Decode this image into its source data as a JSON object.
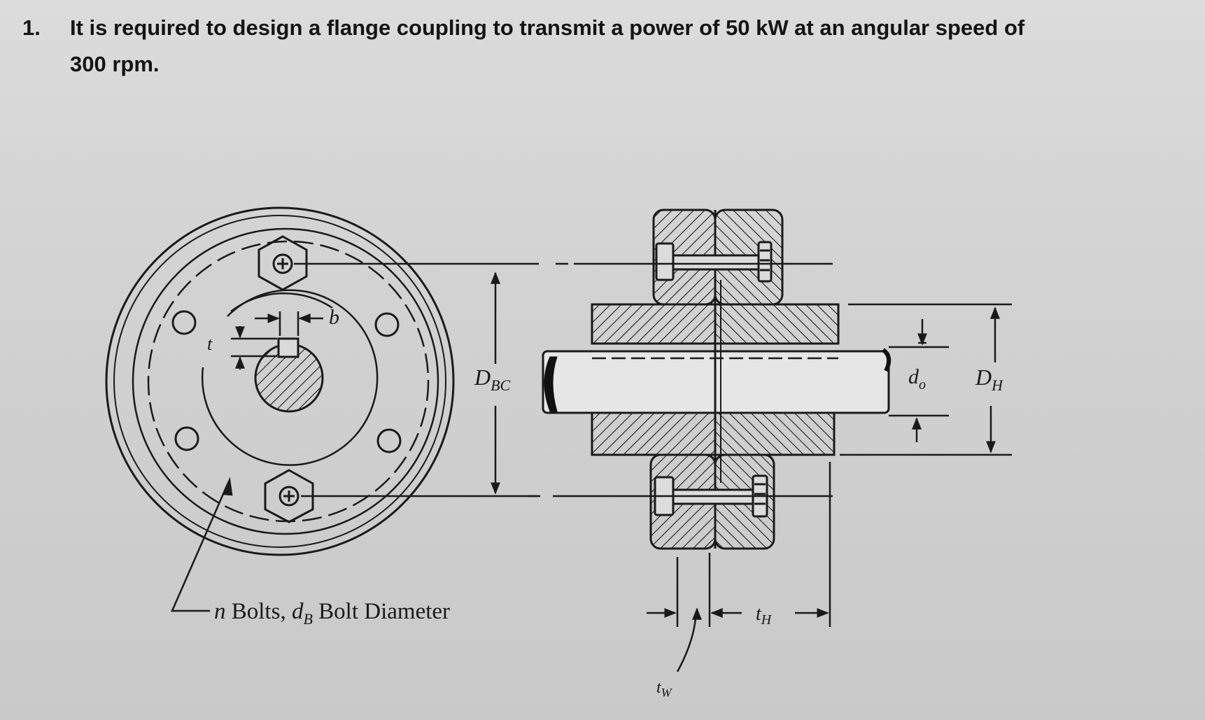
{
  "problem": {
    "number": "1.",
    "text_line1": "It is required to design a flange coupling to transmit a power of 50 kW at an angular speed of",
    "text_line2": "300 rpm."
  },
  "figure": {
    "labels": {
      "key_width": "b",
      "key_height": "t",
      "bolt_circle_prefix": "D",
      "bolt_circle_sub": "BC",
      "shaft_diameter_prefix": "d",
      "shaft_diameter_sub": "o",
      "hub_diameter_prefix": "D",
      "hub_diameter_sub": "H",
      "hub_length_prefix": "t",
      "hub_length_sub": "H",
      "web_thickness_prefix": "t",
      "web_thickness_sub": "W",
      "bolts_n": "n",
      "bolts_text": " Bolts, ",
      "bolts_d": "d",
      "bolts_sub": "B",
      "bolts_suffix": " Bolt Diameter"
    }
  }
}
